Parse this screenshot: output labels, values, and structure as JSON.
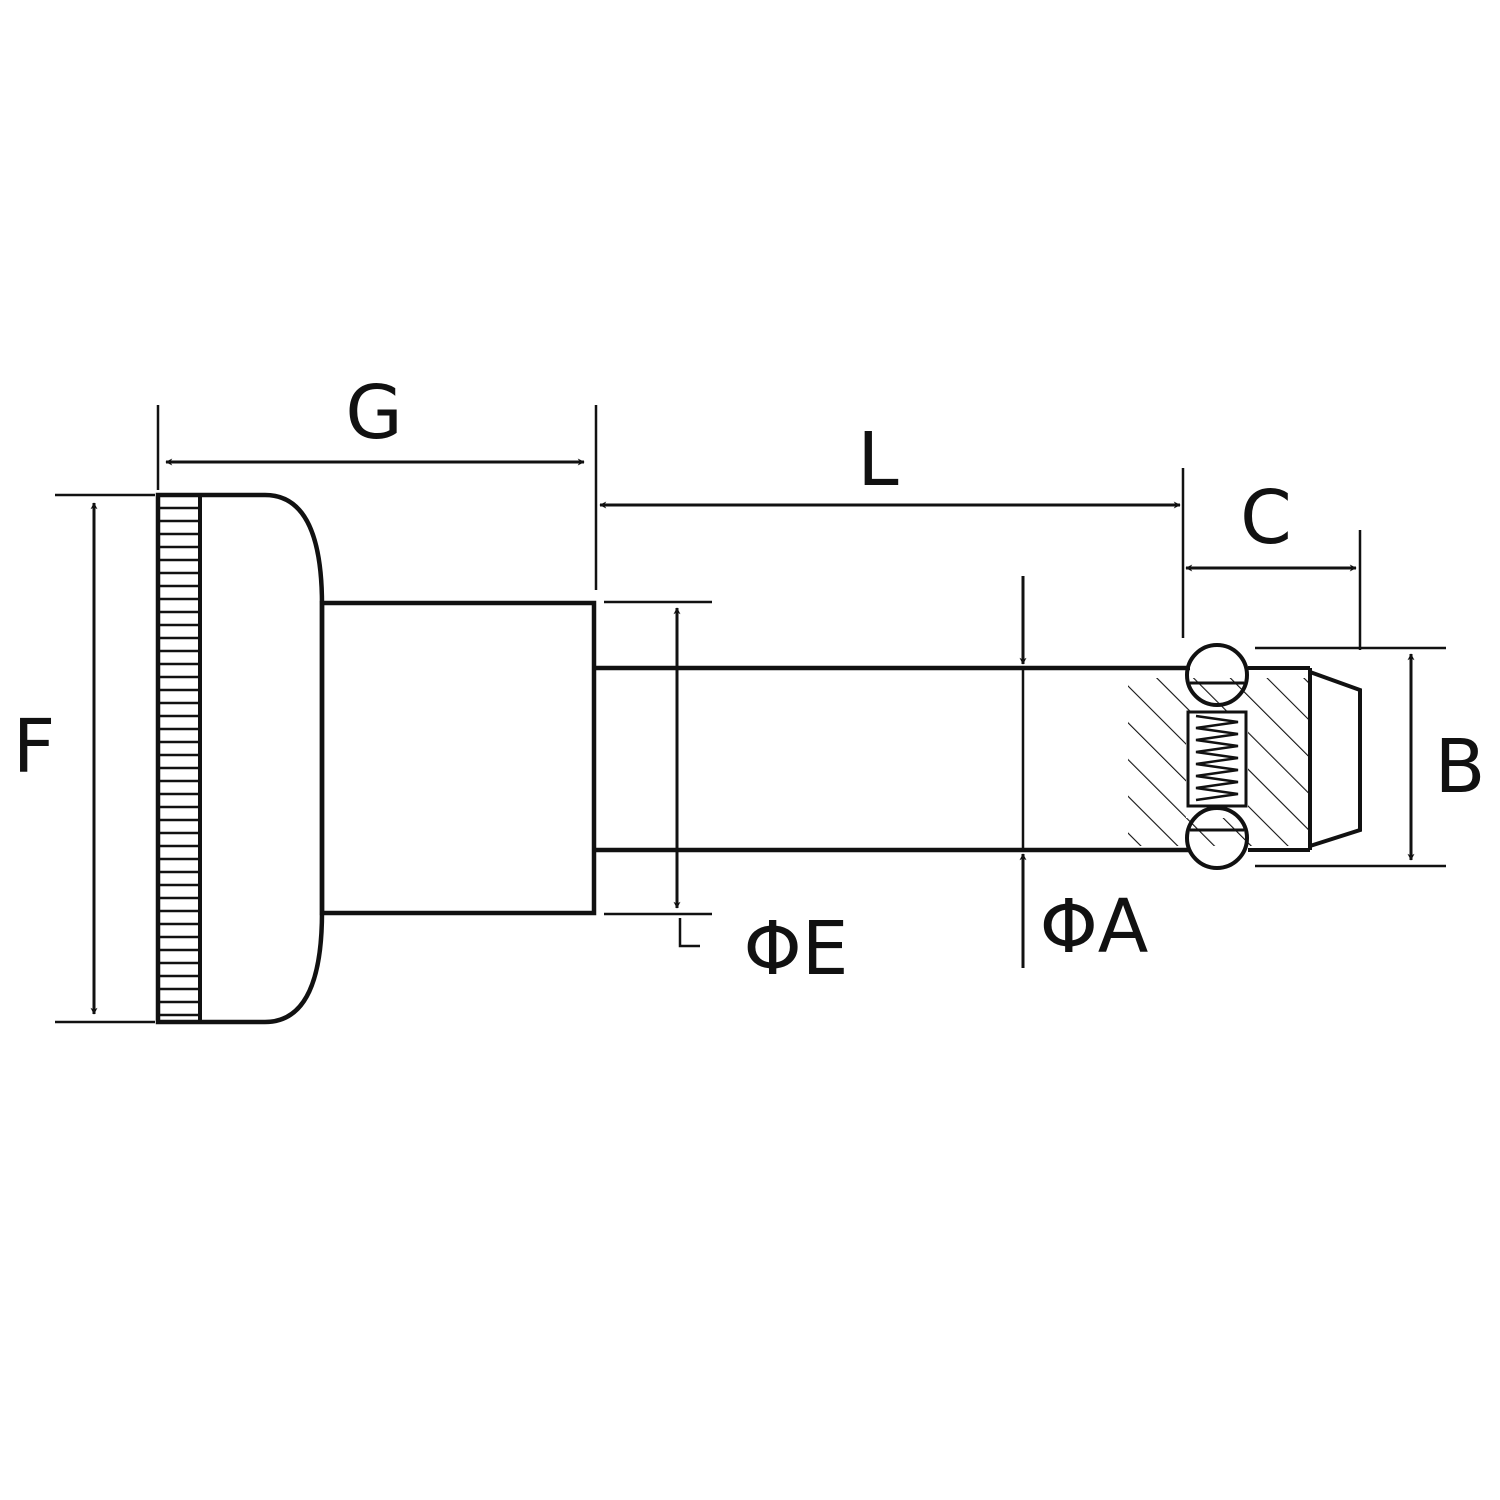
{
  "diagram": {
    "labels": {
      "F": "F",
      "G": "G",
      "L": "L",
      "C": "C",
      "B": "B",
      "phi_e": "ΦE",
      "phi_a": "ΦA"
    },
    "colors": {
      "stroke": "#111111",
      "background": "#ffffff"
    }
  }
}
